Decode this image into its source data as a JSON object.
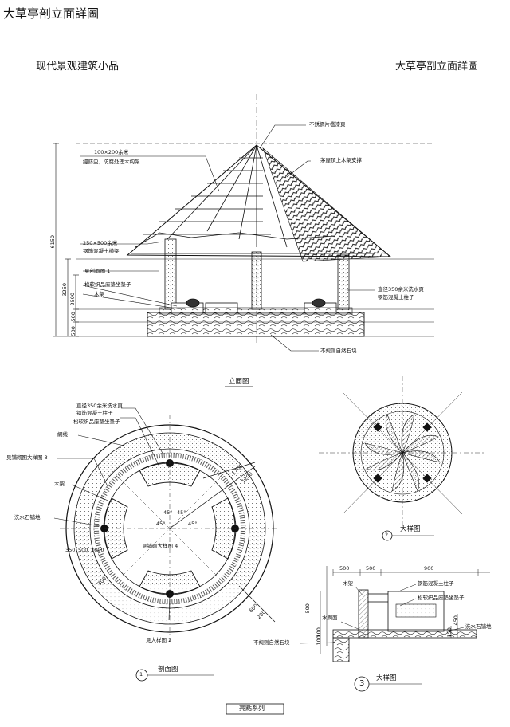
{
  "header": {
    "top_title": "大草亭剖立面詳圖",
    "left_title": "现代景观建筑小品",
    "right_title": "大草亭剖立面詳圖"
  },
  "elevation": {
    "labels": {
      "top_cap": "不銹鋼片檻漆頁",
      "rafters": "100×200余米",
      "rafters2": "經防虫，防腐处理木构架",
      "thatch": "茅屋頂上木架支撑",
      "beam": "250×500余米",
      "beam2": "钢筋混凝土横梁",
      "section_ref": "見剖面图 1",
      "seat_pad": "松软织品座垫坐垫子",
      "wood_seat": "木架",
      "column": "直径350余米洗水頁",
      "column2": "钢筋混凝土柱子",
      "stone": "不规则自然石块"
    },
    "dims": [
      "6150",
      "3250",
      "2500",
      "500",
      "500"
    ],
    "caption": "立面图"
  },
  "plan": {
    "labels": {
      "column": "直径350余米洗水頁",
      "column2": "钢筋混凝土柱子",
      "seat_pad": "松软织品座垫坐垫子",
      "grid": "網线",
      "ref3": "見铺砌图大样图 3",
      "wood": "木架",
      "paving": "洗水石铺地",
      "ref4": "見铺砌大样图 4",
      "ref2": "見大样图 2"
    },
    "angles": [
      "45°",
      "45°",
      "45°",
      "45°"
    ],
    "dims": [
      "350",
      "500",
      "2600",
      "300",
      "600",
      "200",
      "1700",
      "1200"
    ],
    "caption": "剖面图",
    "number": "1"
  },
  "detail2": {
    "caption": "大样图",
    "number": "2"
  },
  "detail3": {
    "dims": [
      "500",
      "500",
      "900",
      "500",
      "100",
      "100",
      "450",
      "150"
    ],
    "labels": {
      "wood": "木架",
      "column": "钢筋混凝土柱子",
      "seat_pad": "松软织品座垫坐垫子",
      "water_slab": "水刷面",
      "paving": "洗水石铺地",
      "stone": "不规则自然石块"
    },
    "caption": "大样图",
    "number": "3"
  },
  "footer": {
    "series": "亮點系列"
  }
}
